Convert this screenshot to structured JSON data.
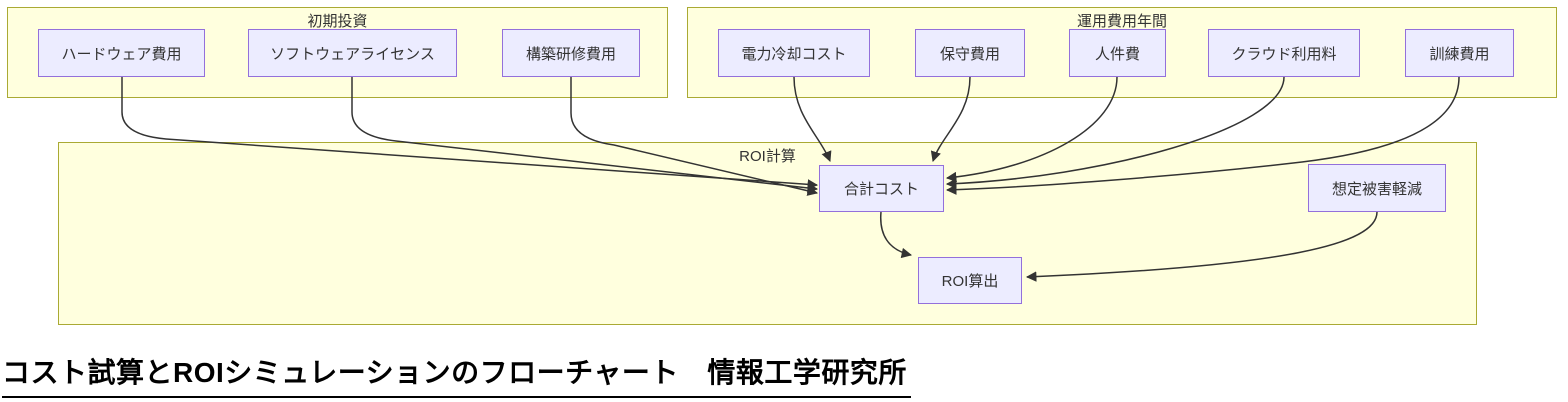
{
  "title": {
    "text": "コスト試算とROIシミュレーションのフローチャート　情報工学研究所"
  },
  "diagram": {
    "type": "flowchart",
    "clusters": [
      {
        "id": "initial-investment",
        "label": "初期投資",
        "nodes": [
          {
            "id": "hardware-cost",
            "label": "ハードウェア費用"
          },
          {
            "id": "software-license",
            "label": "ソフトウェアライセンス"
          },
          {
            "id": "setup-training-cost",
            "label": "構築研修費用"
          }
        ]
      },
      {
        "id": "annual-operating-cost",
        "label": "運用費用年間",
        "nodes": [
          {
            "id": "power-cooling-cost",
            "label": "電力冷却コスト"
          },
          {
            "id": "maintenance-cost",
            "label": "保守費用"
          },
          {
            "id": "personnel-cost",
            "label": "人件費"
          },
          {
            "id": "cloud-usage-fee",
            "label": "クラウド利用料"
          },
          {
            "id": "training-cost",
            "label": "訓練費用"
          }
        ]
      },
      {
        "id": "roi-calculation",
        "label": "ROI計算",
        "nodes": [
          {
            "id": "total-cost",
            "label": "合計コスト"
          },
          {
            "id": "expected-damage-reduction",
            "label": "想定被害軽減"
          },
          {
            "id": "roi-output",
            "label": "ROI算出"
          }
        ]
      }
    ],
    "edges": [
      {
        "from": "ハードウェア費用",
        "to": "合計コスト"
      },
      {
        "from": "ソフトウェアライセンス",
        "to": "合計コスト"
      },
      {
        "from": "構築研修費用",
        "to": "合計コスト"
      },
      {
        "from": "電力冷却コスト",
        "to": "合計コスト"
      },
      {
        "from": "保守費用",
        "to": "合計コスト"
      },
      {
        "from": "人件費",
        "to": "合計コスト"
      },
      {
        "from": "クラウド利用料",
        "to": "合計コスト"
      },
      {
        "from": "訓練費用",
        "to": "合計コスト"
      },
      {
        "from": "合計コスト",
        "to": "ROI算出"
      },
      {
        "from": "想定被害軽減",
        "to": "ROI算出"
      }
    ]
  },
  "colors": {
    "node_fill": "#ECECFF",
    "node_border": "#9370DB",
    "cluster_fill": "#FFFFDE",
    "cluster_border": "#AAAA33",
    "edge": "#333333",
    "text": "#333333",
    "title_color": "#000000"
  }
}
